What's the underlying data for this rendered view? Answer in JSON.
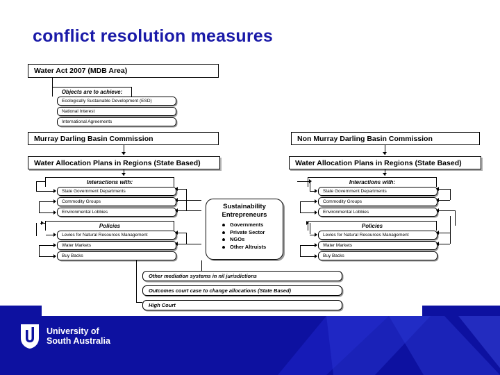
{
  "slide": {
    "title": "conflict resolution measures",
    "title_color": "#1a1aa8",
    "background": "#ffffff",
    "footer_color": "#0d11a0"
  },
  "diagram": {
    "water_act": "Water Act 2007 (MDB Area)",
    "objects_header": "Objects are to achieve:",
    "objects": [
      "Ecologically Sustainable Development (ESD)",
      "National Interest",
      "International Agreements"
    ],
    "left_column": {
      "commission": "Murray Darling Basin Commission",
      "allocation_plans": "Water Allocation Plans in Regions (State Based)",
      "interactions_header": "Interactions with:",
      "interactions": [
        "State Government Departments",
        "Commodity Groups",
        "Environmental Lobbies"
      ],
      "policies_header": "Policies",
      "policies": [
        "Levies for Natural Resources Management",
        "Water Markets",
        "Buy Backs"
      ]
    },
    "right_column": {
      "commission": "Non Murray Darling Basin Commission",
      "allocation_plans": "Water Allocation Plans in Regions (State Based)",
      "interactions_header": "Interactions with:",
      "interactions": [
        "State Government Departments",
        "Commodity Groups",
        "Environmental Lobbies"
      ],
      "policies_header": "Policies",
      "policies": [
        "Levies for Natural Resources Management",
        "Water Markets",
        "Buy Backs"
      ]
    },
    "center": {
      "title_line1": "Sustainability",
      "title_line2": "Entrepreneurs",
      "bullets": [
        "Governments",
        "Private Sector",
        "NGOs",
        "Other Altruists"
      ]
    },
    "bottom": [
      "Other mediation systems in nil jurisdictions",
      "Outcomes court case to change allocations (State Based)",
      "High Court"
    ]
  },
  "footer": {
    "logo_name": "University of\nSouth Australia",
    "logo_icon": "shield-u-icon"
  }
}
